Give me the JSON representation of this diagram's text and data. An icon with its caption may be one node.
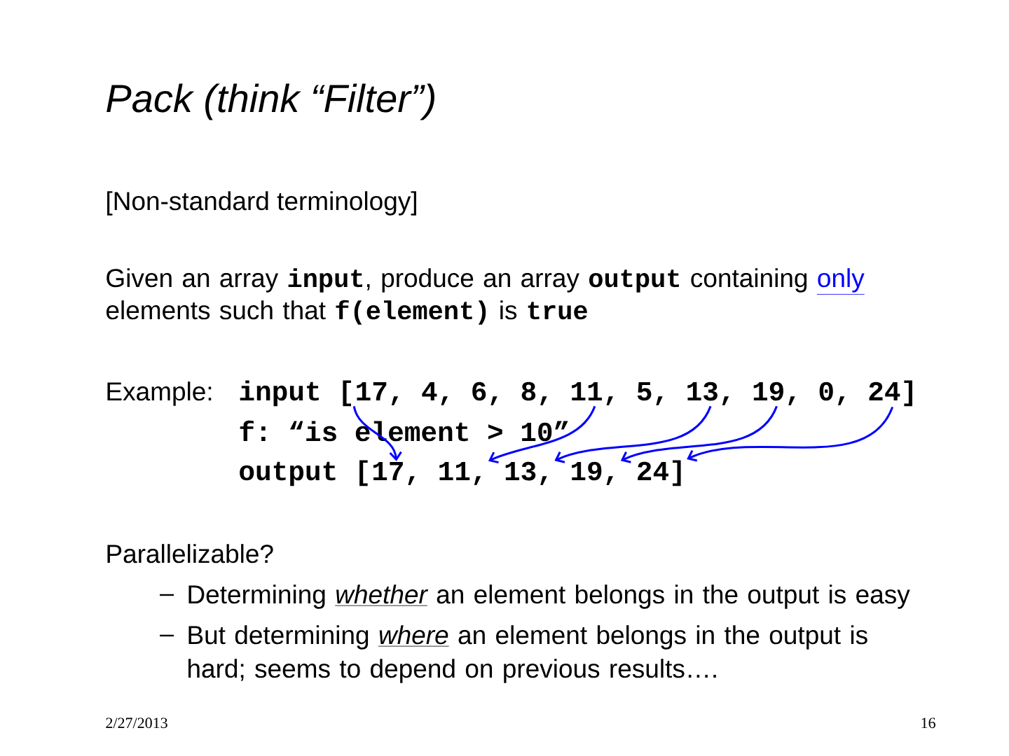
{
  "diagram": {
    "title": "Pack (think “Filter”)",
    "nodes": [
      {
        "text": [
          "17,"
        ]
      },
      {
        "text": [
          "4,"
        ]
      },
      {
        "text": [
          "6,"
        ]
      },
      {
        "text": [
          "8,"
        ]
      },
      {
        "text": [
          "11,"
        ]
      },
      {
        "text": [
          "5,"
        ]
      },
      {
        "text": [
          "13,"
        ]
      },
      {
        "text": [
          "19,"
        ]
      },
      {
        "text": [
          "0,"
        ]
      },
      {
        "text": [
          "24]"
        ]
      },
      {
        "text": [
          "17,"
        ]
      },
      {
        "text": [
          "11,"
        ]
      },
      {
        "text": [
          "13,"
        ]
      },
      {
        "text": [
          "19,"
        ]
      },
      {
        "text": [
          "24]"
        ]
      }
    ],
    "edges": [
      {
        "from": 0,
        "to": 10,
        "arrow": "to"
      },
      {
        "from": 4,
        "to": 11,
        "arrow": "to"
      },
      {
        "from": 6,
        "to": 12,
        "arrow": "to"
      },
      {
        "from": 7,
        "to": 13,
        "arrow": "to"
      },
      {
        "from": 9,
        "to": 14,
        "arrow": "to"
      }
    ],
    "labels": [
      "[Non-standard terminology]",
      "Given an array **input**, produce an array **output** containing *only* elements such that **f(element)** is **true**",
      "Example:",
      "input [",
      "f: “is element > 10”",
      "output [",
      "Parallelizable?",
      "Determining *whether* an element belongs in the output is easy",
      "But determining *where* an element belongs in the output is hard; seems to depend on previous results….",
      "2/27/2013",
      "16"
    ]
  }
}
